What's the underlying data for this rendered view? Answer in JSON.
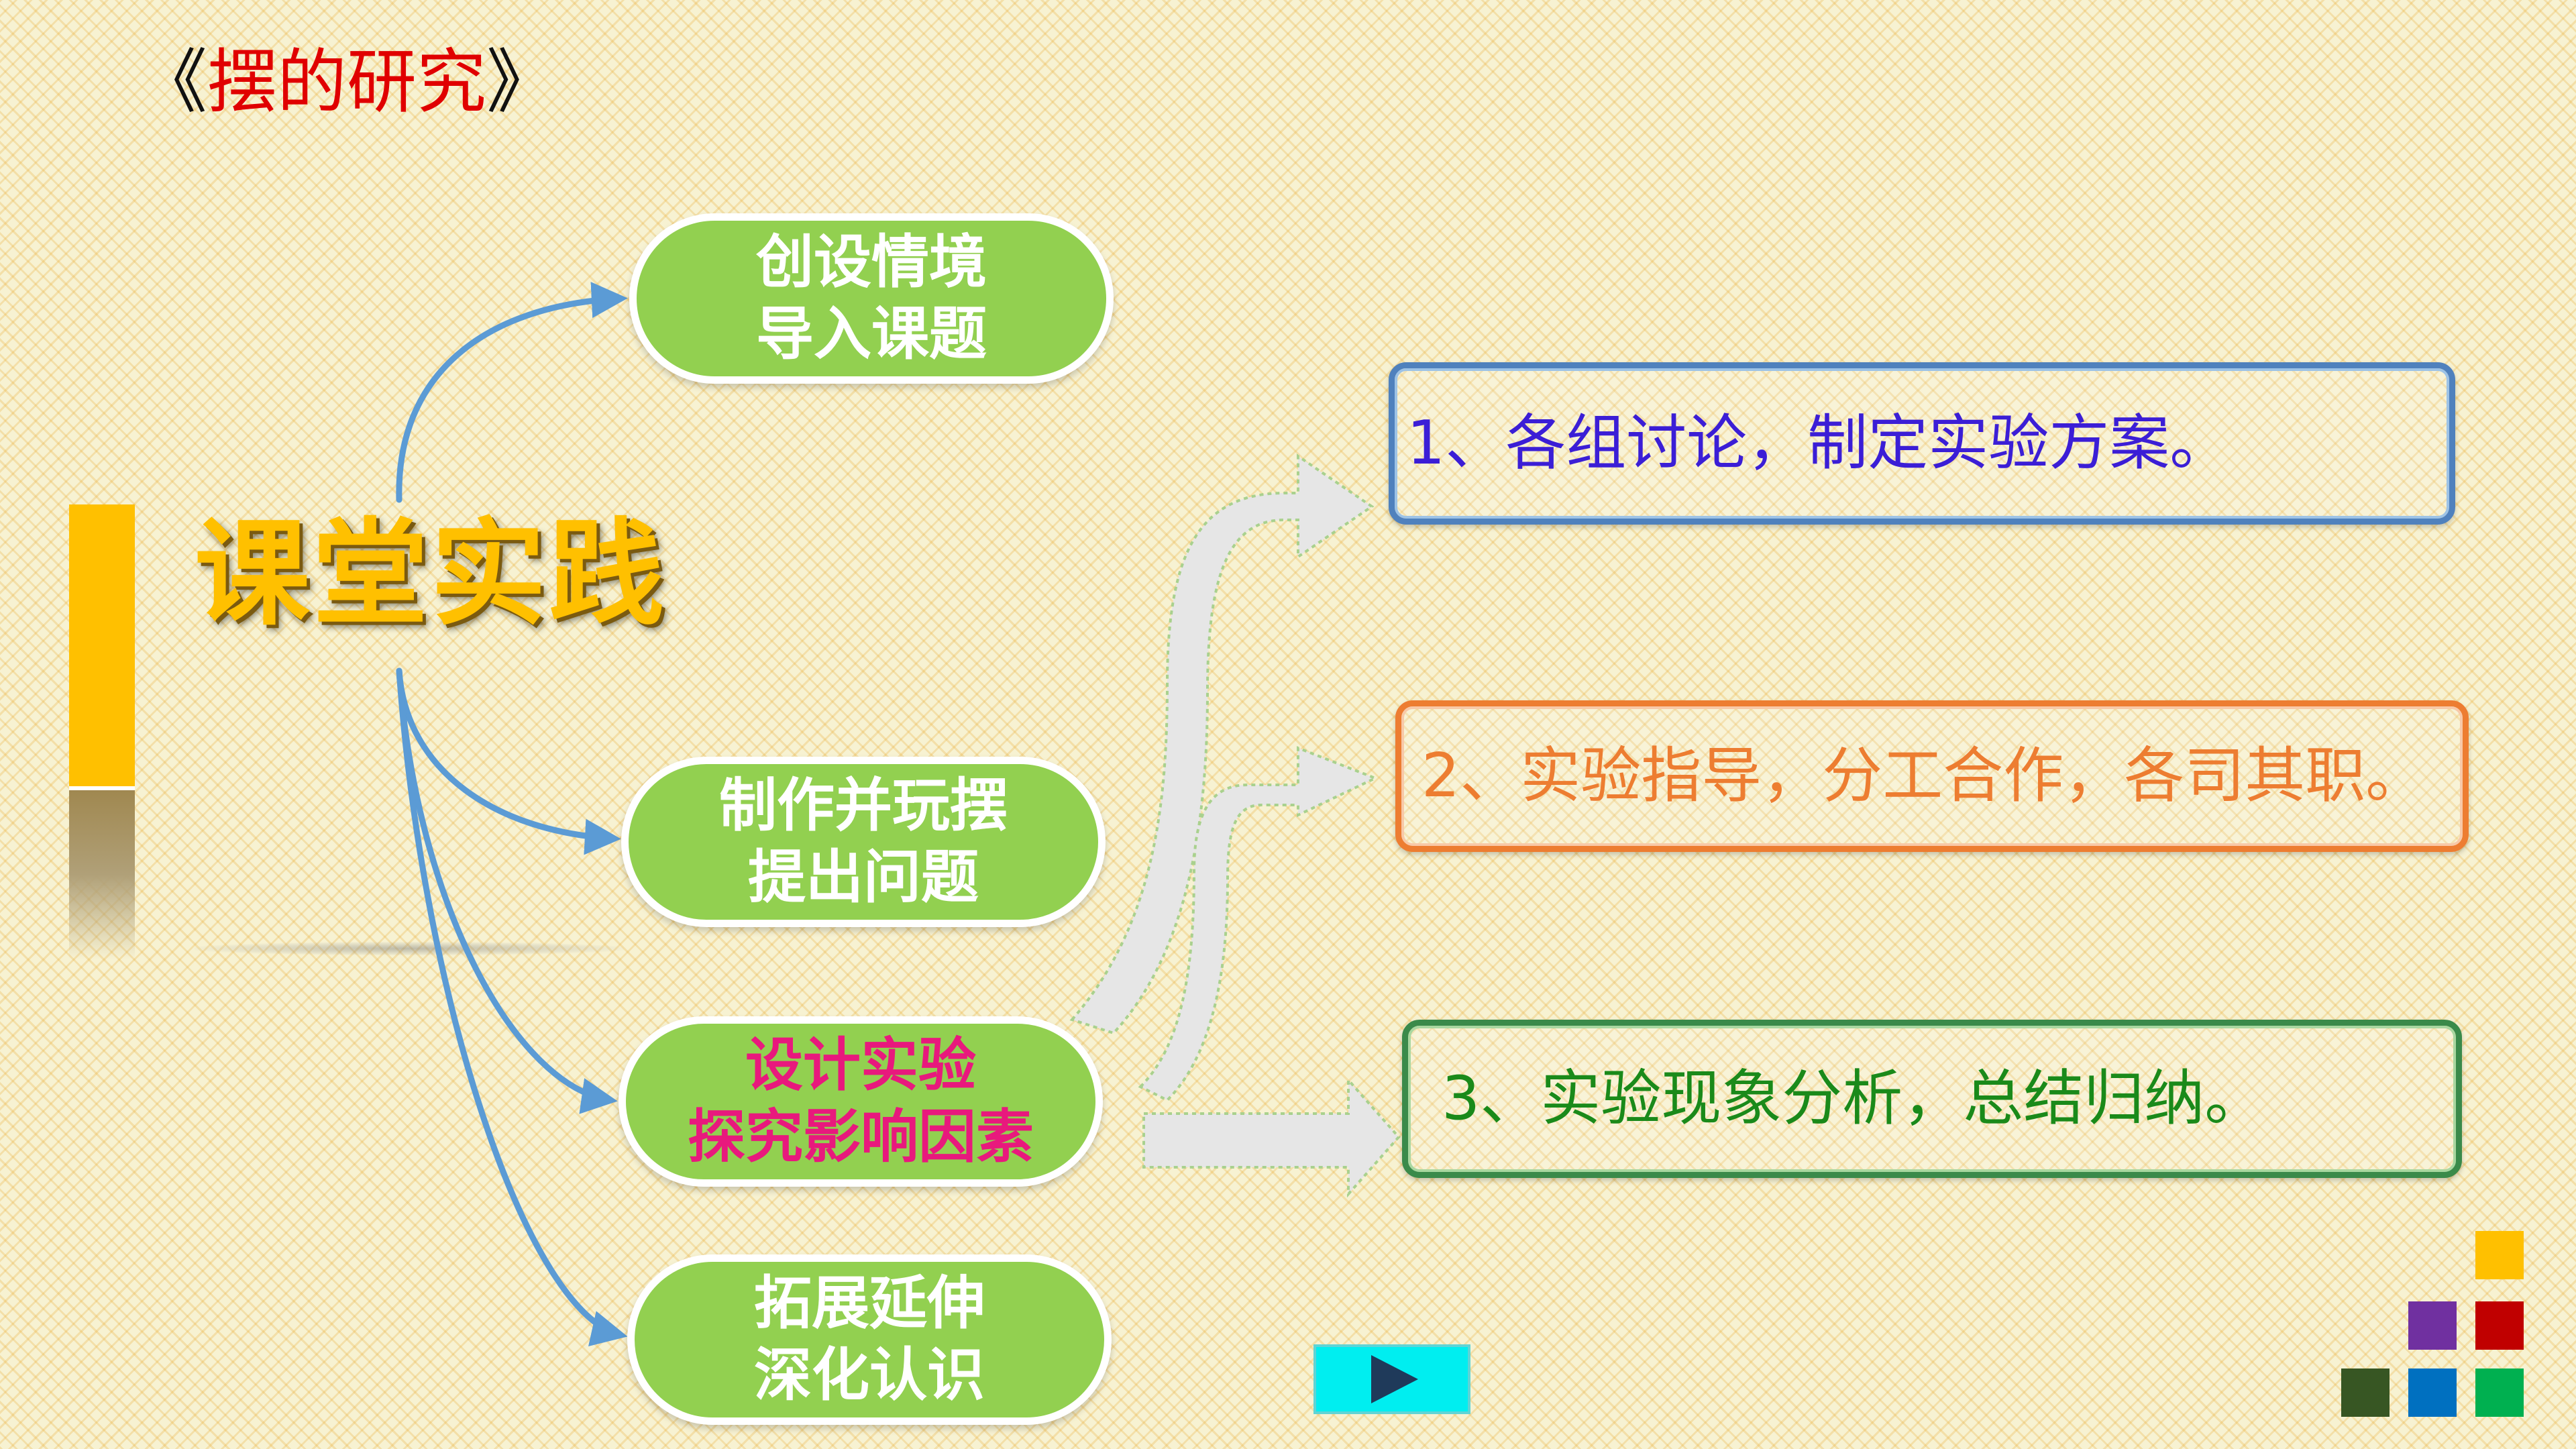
{
  "slide": {
    "title": {
      "open": "《",
      "text": "摆的研究",
      "close": "》"
    },
    "main_title": "课堂实践",
    "branches": [
      {
        "line1": "创设情境",
        "line2": "导入课题",
        "active": false
      },
      {
        "line1": "制作并玩摆",
        "line2": "提出问题",
        "active": false
      },
      {
        "line1": "设计实验",
        "line2": "探究影响因素",
        "active": true
      },
      {
        "line1": "拓展延伸",
        "line2": "深化认识",
        "active": false
      }
    ],
    "steps": [
      {
        "text": "1、各组讨论，制定实验方案。",
        "color": "#3b1ed6",
        "border": "#4f81bd"
      },
      {
        "text": "2、实验指导，分工合作，各司其职。",
        "color": "#ed7d31",
        "border": "#ed7d31"
      },
      {
        "text": "3、实验现象分析，总结归纳。",
        "color": "#1a8a1a",
        "border": "#3a8a4a"
      }
    ],
    "play_icon": "play-icon",
    "colors": {
      "accent_yellow": "#ffc000",
      "pill_green": "#92d050",
      "active_text": "#e8197d",
      "connector_blue": "#5b9bd5",
      "title_red": "#e00000",
      "squares": [
        "#ffc000",
        "#7030a0",
        "#c00000",
        "#375623",
        "#0070c0",
        "#00b050"
      ]
    }
  }
}
